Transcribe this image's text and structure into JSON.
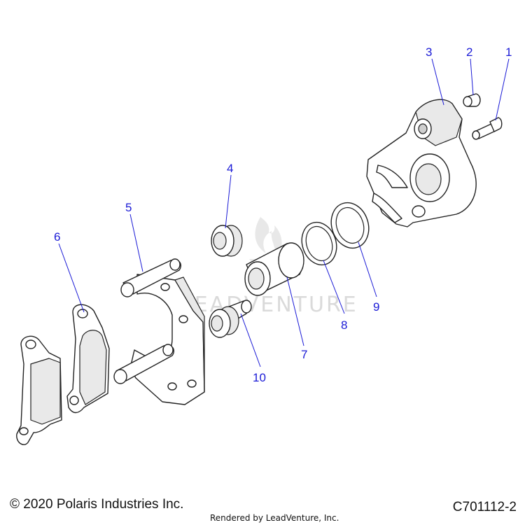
{
  "callouts": [
    "1",
    "2",
    "3",
    "4",
    "5",
    "6",
    "7",
    "8",
    "9",
    "10"
  ],
  "watermark": "LEADVENTURE",
  "footer": {
    "copyright": "© 2020 Polaris Industries Inc.",
    "rendered_by": "Rendered by LeadVenture, Inc.",
    "diagram_code": "C701112-2"
  },
  "colors": {
    "callout": "#1a1ad6",
    "outline": "#222222",
    "watermark": "#d6d6d6"
  }
}
